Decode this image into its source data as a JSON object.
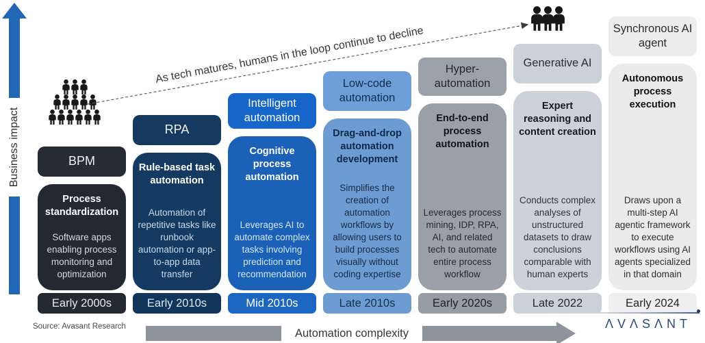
{
  "annotation": "As tech matures, humans in the loop continue to decline",
  "y_axis": {
    "label": "Business impact",
    "arrow_color": "#2267b5",
    "direction": "up"
  },
  "x_axis": {
    "label": "Automation complexity",
    "arrow_color": "#8e949d",
    "direction": "right"
  },
  "source": "Source: Avasant Research",
  "brand": {
    "name": "Avasant",
    "display": "ΛVΛSΛNT",
    "color": "#2a4a7b"
  },
  "icons": {
    "left_icon": "many-people-pyramid-icon (14 human silhouettes)",
    "right_icon": "three-people-icon (3 human silhouettes)"
  },
  "columns": [
    {
      "header": "BPM",
      "title": "Process standardization",
      "desc": "Software apps enabling process monitoring and optimization",
      "era": "Early 2000s",
      "colors": {
        "header_bg": "#272b33",
        "header_fg": "#f2f2f2",
        "body_bg": "#24282f",
        "title_fg": "#ffffff",
        "desc_fg": "#d8d8d8",
        "era_bg": "#24282f",
        "era_fg": "#e8e8e8"
      }
    },
    {
      "header": "RPA",
      "title": "Rule-based task automation",
      "desc": "Automation of repetitive tasks like runbook automation or app-to-app data transfer",
      "era": "Early 2010s",
      "colors": {
        "header_bg": "#16395f",
        "header_fg": "#f0f4f8",
        "body_bg": "#153a61",
        "title_fg": "#ffffff",
        "desc_fg": "#c8d9ec",
        "era_bg": "#12355c",
        "era_fg": "#dbe7f2"
      }
    },
    {
      "header": "Intelligent automation",
      "title": "Cognitive process automation",
      "desc": "Leverages AI to automate complex tasks involving prediction and recommendation",
      "era": "Mid 2010s",
      "colors": {
        "header_bg": "#1566c8",
        "header_fg": "#ffffff",
        "body_bg": "#1b61b8",
        "title_fg": "#ffffff",
        "desc_fg": "#d6e4f6",
        "era_bg": "#1b66c0",
        "era_fg": "#ffffff"
      }
    },
    {
      "header": "Low-code automation",
      "title": "Drag-and-drop automation development",
      "desc": "Simplifies the creation of automation workflows by allowing users to build processes visually without coding expertise",
      "era": "Late 2010s",
      "colors": {
        "header_bg": "#6d9ed8",
        "header_fg": "#122c4e",
        "body_bg": "#6d9cd3",
        "title_fg": "#0e2847",
        "desc_fg": "#182a44",
        "era_bg": "#6d9cd3",
        "era_fg": "#13304f"
      }
    },
    {
      "header": "Hyper-automation",
      "title": "End-to-end process automation",
      "desc": "Leverages process mining, IDP, RPA, AI, and related tech to automate entire process workflow",
      "era": "Early 2020s",
      "colors": {
        "header_bg": "#9aa1a9",
        "header_fg": "#23262b",
        "body_bg": "#9aa0a8",
        "title_fg": "#121418",
        "desc_fg": "#26292e",
        "era_bg": "#969da5",
        "era_fg": "#1e2126"
      }
    },
    {
      "header": "Generative AI",
      "title": "Expert reasoning and content creation",
      "desc": "Conducts complex analyses of unstructured datasets to draw conclusions comparable with human experts",
      "era": "Late 2022",
      "colors": {
        "header_bg": "#ccd1d7",
        "header_fg": "#2b2e33",
        "body_bg": "#cdd2d8",
        "title_fg": "#17191d",
        "desc_fg": "#303338",
        "era_bg": "#ccd1d7",
        "era_fg": "#26292e"
      }
    },
    {
      "header": "Synchronous AI agent",
      "title": "Autonomous process execution",
      "desc": "Draws upon a multi-step AI agentic framework to execute workflows using AI agents specialized in that domain",
      "era": "Early 2024",
      "colors": {
        "header_bg": "#ededed",
        "header_fg": "#2b2d30",
        "body_bg": "#ebebeb",
        "title_fg": "#101114",
        "desc_fg": "#2c2e31",
        "era_bg": "#efefef",
        "era_fg": "#222428"
      }
    }
  ]
}
